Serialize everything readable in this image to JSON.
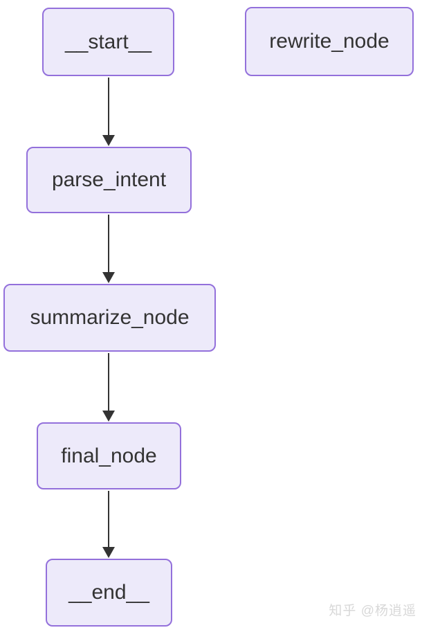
{
  "diagram": {
    "type": "flowchart",
    "direction": "top-down",
    "nodes": [
      {
        "id": "__start__",
        "label": "__start__"
      },
      {
        "id": "rewrite_node",
        "label": "rewrite_node"
      },
      {
        "id": "parse_intent",
        "label": "parse_intent"
      },
      {
        "id": "summarize_node",
        "label": "summarize_node"
      },
      {
        "id": "final_node",
        "label": "final_node"
      },
      {
        "id": "__end__",
        "label": "__end__"
      }
    ],
    "edges": [
      {
        "from": "__start__",
        "to": "parse_intent"
      },
      {
        "from": "parse_intent",
        "to": "summarize_node"
      },
      {
        "from": "summarize_node",
        "to": "final_node"
      },
      {
        "from": "final_node",
        "to": "__end__"
      }
    ],
    "colors": {
      "node_fill": "#EDEAFA",
      "node_border": "#9370DB",
      "node_text": "#333333",
      "edge": "#333333",
      "background": "#FFFFFF"
    }
  },
  "watermark": {
    "text": "知乎 @杨逍遥",
    "color": "#D8D8D8"
  }
}
